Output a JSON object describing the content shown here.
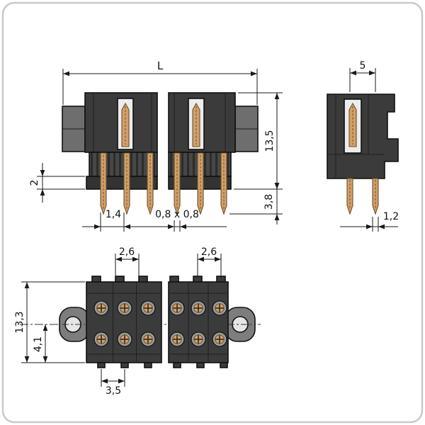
{
  "dimensions": {
    "side_view": {
      "overall_length": "L",
      "housing_height": "13,5",
      "row_offset": "2",
      "pin_protrusion": "3,8",
      "pin_gap": "1,4",
      "pin_cross_section": "0,8 x 0,8"
    },
    "end_view": {
      "row_spacing": "5",
      "pin_offset": "1,2"
    },
    "bottom_view": {
      "tab_spacing_left": "2,6",
      "tab_spacing_right": "2,6",
      "body_width": "13,3",
      "hole_center_to_edge": "4,1",
      "pin_pitch": "3,5"
    }
  },
  "colors": {
    "line": "#1a1a1a",
    "housing_dark": "#3b3b3b",
    "housing_mid": "#474747",
    "housing_gray": "#6e6e6e",
    "flange_gray": "#7d7d7d",
    "pin_gold": "#d2a06a",
    "pin_outline": "#6b5228",
    "border": "#c9c9c9"
  }
}
